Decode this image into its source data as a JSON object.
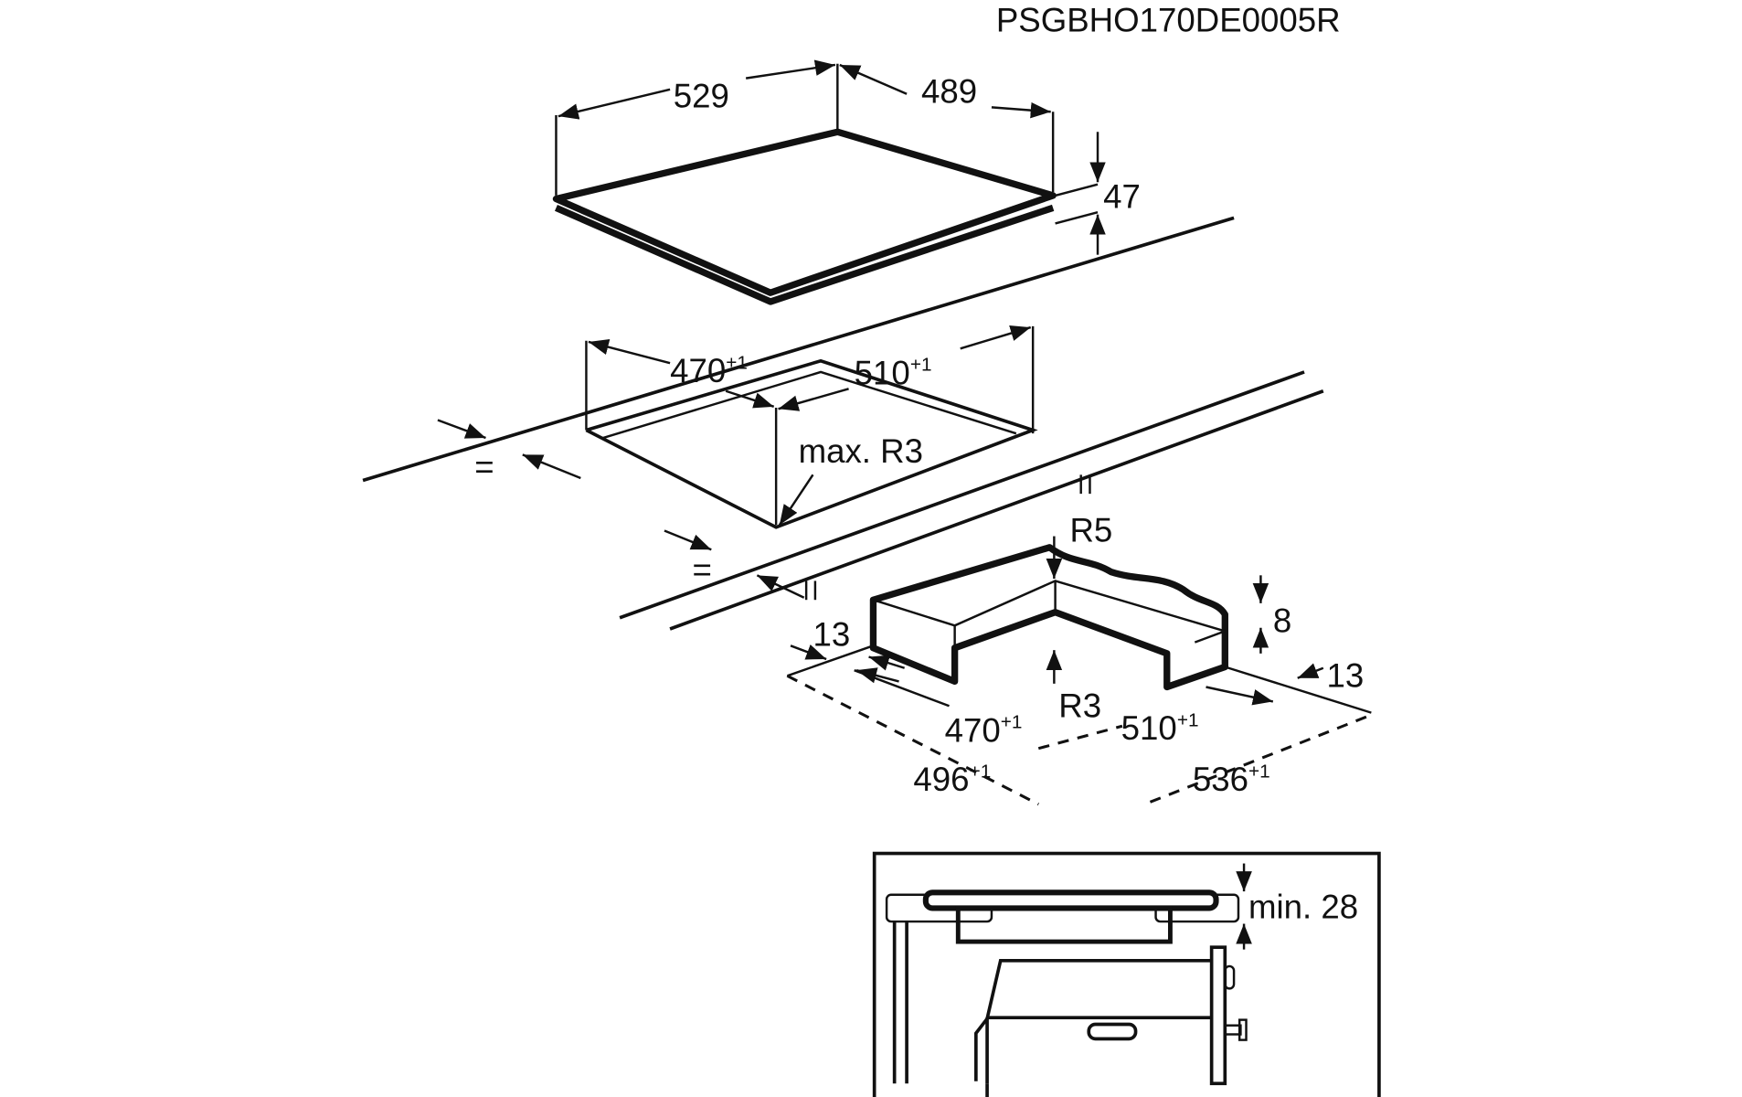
{
  "document_code": "PSGBHO170DE0005R",
  "hob": {
    "width": "529",
    "depth": "489",
    "height": "47"
  },
  "cutout": {
    "depth": {
      "value": "470",
      "tolerance": "+1"
    },
    "width": {
      "value": "510",
      "tolerance": "+1"
    },
    "corner_radius": "max. R3",
    "spacing_mark": "="
  },
  "corner_detail": {
    "edge_left": "13",
    "edge_right": "13",
    "step": "8",
    "outer_radius": "R5",
    "inner_radius": "R3",
    "inner_depth": {
      "value": "470",
      "tolerance": "+1"
    },
    "inner_width": {
      "value": "510",
      "tolerance": "+1"
    },
    "outer_depth": {
      "value": "496",
      "tolerance": "+1"
    },
    "outer_width": {
      "value": "536",
      "tolerance": "+1"
    }
  },
  "installation_section": {
    "clearance": "min. 28"
  }
}
